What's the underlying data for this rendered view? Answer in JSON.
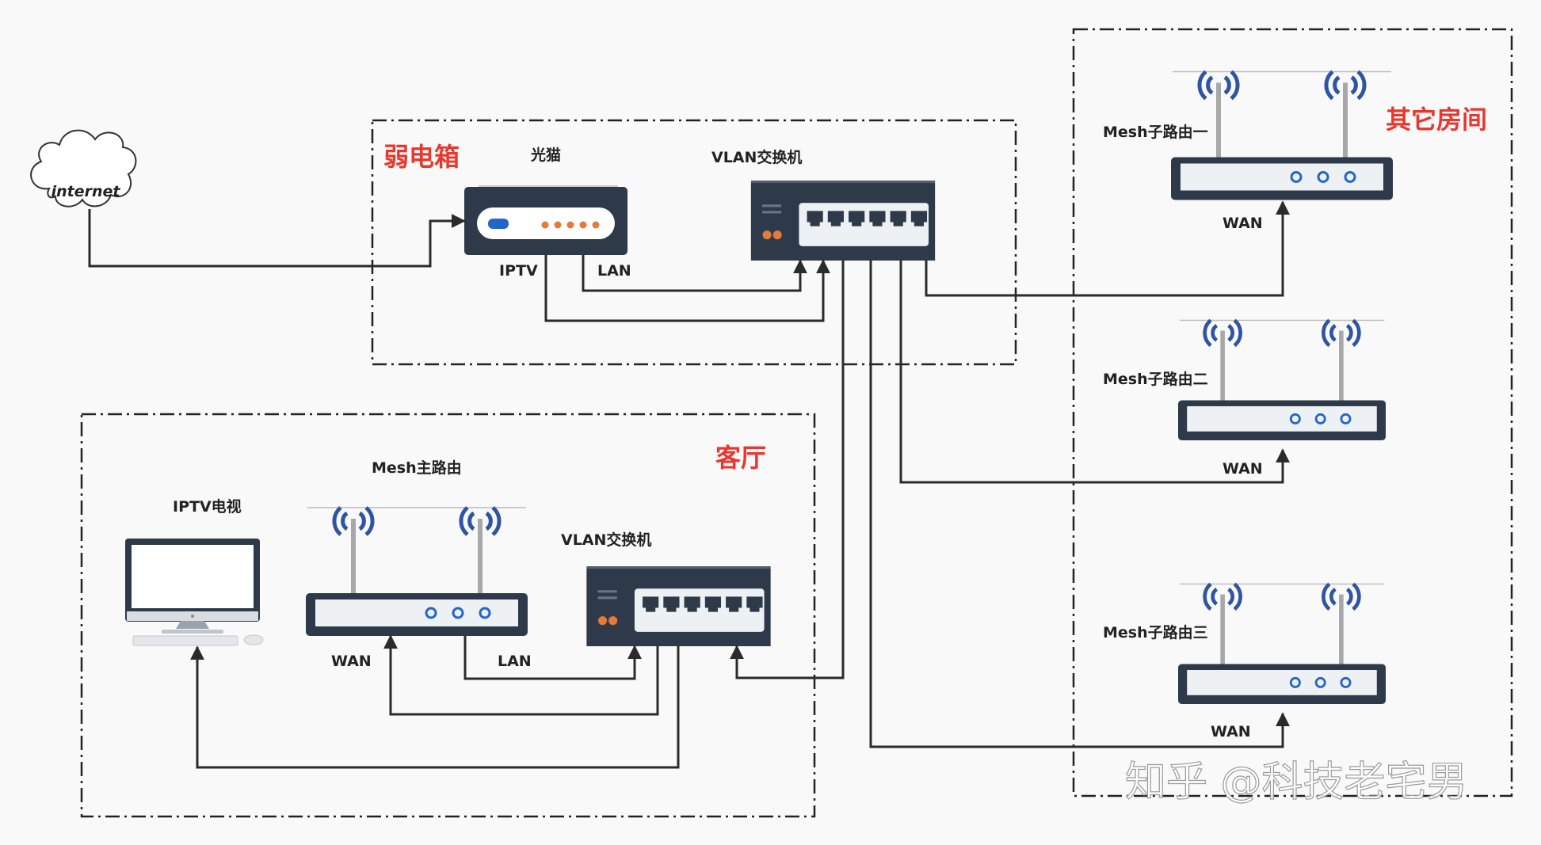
{
  "internet": "internet",
  "zones": {
    "weak_box": "弱电箱",
    "living_room": "客厅",
    "other_rooms": "其它房间"
  },
  "devices": {
    "modem": "光猫",
    "switch_main": "VLAN交换机",
    "switch_living": "VLAN交换机",
    "mesh_main": "Mesh主路由",
    "iptv_tv": "IPTV电视",
    "mesh_sub1": "Mesh子路由一",
    "mesh_sub2": "Mesh子路由二",
    "mesh_sub3": "Mesh子路由三"
  },
  "ports": {
    "modem_iptv": "IPTV",
    "modem_lan": "LAN",
    "mesh_main_wan": "WAN",
    "mesh_main_lan": "LAN",
    "sub1_wan": "WAN",
    "sub2_wan": "WAN",
    "sub3_wan": "WAN"
  },
  "watermark": "知乎 @科技老宅男",
  "colors": {
    "zone_label": "#e8372e",
    "device_dark": "#2e3a4a",
    "wifi_blue": "#2f54a4",
    "led_blue": "#2466c7",
    "led_orange": "#e57a3a"
  }
}
